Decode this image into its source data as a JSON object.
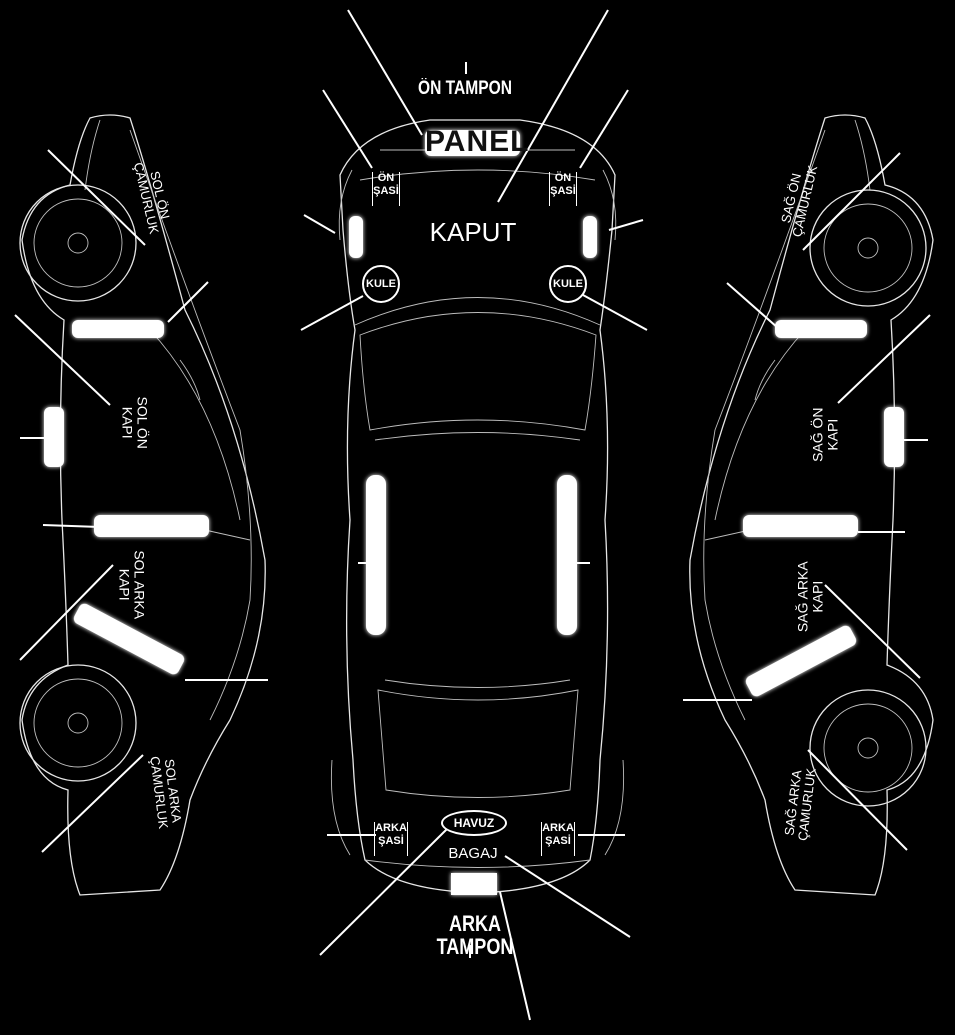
{
  "labels": {
    "on_tampon": "ÖN TAMPON",
    "panel": "PANEL",
    "kaput": "KAPUT",
    "on_sasi": "ÖN\nŞASİ",
    "kule": "KULE",
    "havuz": "HAVUZ",
    "bagaj": "BAGAJ",
    "arka_sasi": "ARKA\nŞASİ",
    "arka_tampon": "ARKA TAMPON",
    "sol_on_camurluk": "SOL ÖN\nÇAMURLUK",
    "sol_on_kapi": "SOL ÖN\nKAPI",
    "sol_arka_kapi": "SOL ARKA\nKAPI",
    "sol_arka_camurluk": "SOL ARKA\nÇAMURLUK",
    "sag_on_camurluk": "SAĞ ÖN\nÇAMURLUK",
    "sag_on_kapi": "SAĞ ÖN\nKAPI",
    "sag_arka_kapi": "SAĞ ARKA\nKAPI",
    "sag_arka_camurluk": "SAĞ ARKA\nÇAMURLUK"
  },
  "colors": {
    "background": "#000000",
    "line": "#ffffff"
  }
}
